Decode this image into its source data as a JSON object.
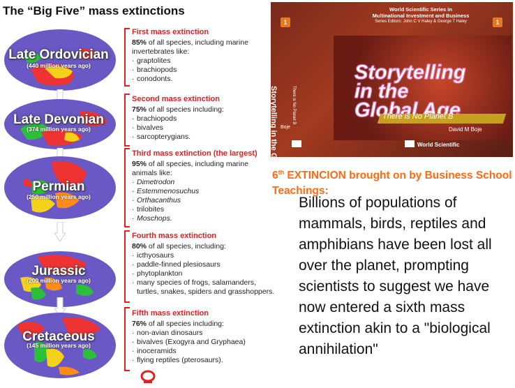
{
  "page_title": "The “Big Five” mass extinctions",
  "eras": [
    {
      "name": "Late Ordovician",
      "years": "(440 million years ago)"
    },
    {
      "name": "Late Devonian",
      "years": "(374 million years ago)"
    },
    {
      "name": "Permian",
      "years": "(250 million years ago)"
    },
    {
      "name": "Jurassic",
      "years": "(200 million years ago)"
    },
    {
      "name": "Cretaceous",
      "years": "(145 million years ago)"
    }
  ],
  "extinctions": [
    {
      "heading": "First mass extinction",
      "pct": "85%",
      "intro": " of all species, including marine invertebrates like:",
      "items": [
        "graptolites",
        "brachiopods",
        "conodonts."
      ]
    },
    {
      "heading": "Second mass extinction",
      "pct": "75%",
      "intro": " of all species including:",
      "items": [
        "brachiopods",
        "bivalves",
        "sarcopterygians."
      ]
    },
    {
      "heading": "Third mass extinction (the largest)",
      "pct": "95%",
      "intro": " of all species, including marine animals like:",
      "items": [
        "Dimetrodon",
        "Estemmenosuchus",
        "Orthacanthus",
        "trilobites",
        "Moschops."
      ]
    },
    {
      "heading": "Fourth mass extinction",
      "pct": "80%",
      "intro": " of all species, including:",
      "items": [
        "icthyosaurs",
        "paddle-finned plesiosaurs",
        "phytoplankton",
        "many species of frogs, salamanders, turtles, snakes, spiders and grasshoppers."
      ]
    },
    {
      "heading": "Fifth mass extinction",
      "pct": "76%",
      "intro": " of all species including:",
      "items": [
        "non-avian dinosaurs",
        "bivalves (Exogyra and Gryphaea)",
        "inoceramids",
        "flying reptiles (pterosaurs)."
      ]
    }
  ],
  "book": {
    "series_line1": "World Scientific Series in",
    "series_line2": "Multinational Investment and Business",
    "series_editors": "Series Editors: John C V Haley & George T Haley",
    "volume": "1",
    "cover_title_1": "Storytelling",
    "cover_title_2": "in the",
    "cover_title_3": "Global Age",
    "subtitle": "There is No Planet B",
    "author": "David M Boje",
    "spine_title": "Storytelling in the Global Age",
    "spine_subtitle": "There is No Planet B",
    "spine_author": "Boje",
    "publisher": "World Scientific"
  },
  "headline": {
    "num": "6",
    "sup": "th",
    "text": " EXTINCION brought on by Business School Teachings:"
  },
  "body": "Billions of populations of mammals, birds, reptiles and amphibians have been lost all over the planet, prompting scientists to suggest we have now entered a sixth mass extinction akin to a \"biological annihilation\"",
  "colors": {
    "accent_red": "#e02020",
    "headline_orange": "#ff6a13",
    "ocean": "#6a58c4"
  }
}
